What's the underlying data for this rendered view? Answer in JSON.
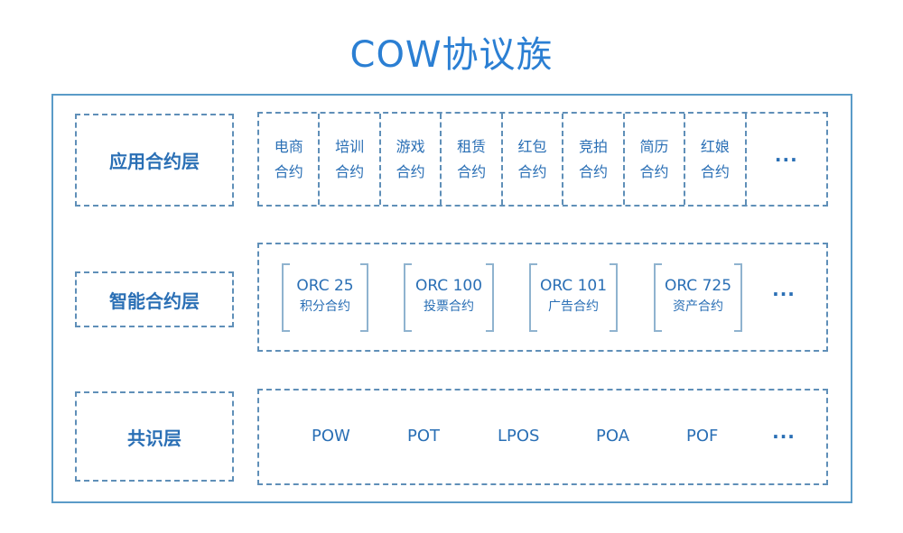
{
  "title": "COW协议族",
  "layers": {
    "application": {
      "label": "应用合约层",
      "contracts": [
        {
          "line1": "电商",
          "line2": "合约"
        },
        {
          "line1": "培训",
          "line2": "合约"
        },
        {
          "line1": "游戏",
          "line2": "合约"
        },
        {
          "line1": "租赁",
          "line2": "合约"
        },
        {
          "line1": "红包",
          "line2": "合约"
        },
        {
          "line1": "竞拍",
          "line2": "合约"
        },
        {
          "line1": "简历",
          "line2": "合约"
        },
        {
          "line1": "红娘",
          "line2": "合约"
        }
      ],
      "more": "···"
    },
    "smart": {
      "label": "智能合约层",
      "standards": [
        {
          "code": "ORC 25",
          "name": "积分合约"
        },
        {
          "code": "ORC 100",
          "name": "投票合约"
        },
        {
          "code": "ORC 101",
          "name": "广告合约"
        },
        {
          "code": "ORC 725",
          "name": "资产合约"
        }
      ],
      "more": "···"
    },
    "consensus": {
      "label": "共识层",
      "algorithms": [
        "POW",
        "POT",
        "LPOS",
        "POA",
        "POF"
      ],
      "more": "···"
    }
  },
  "colors": {
    "title": "#2b7fd3",
    "frame": "#5a9bc8",
    "dash": "#5f8fb8",
    "text": "#2a6fb5"
  }
}
